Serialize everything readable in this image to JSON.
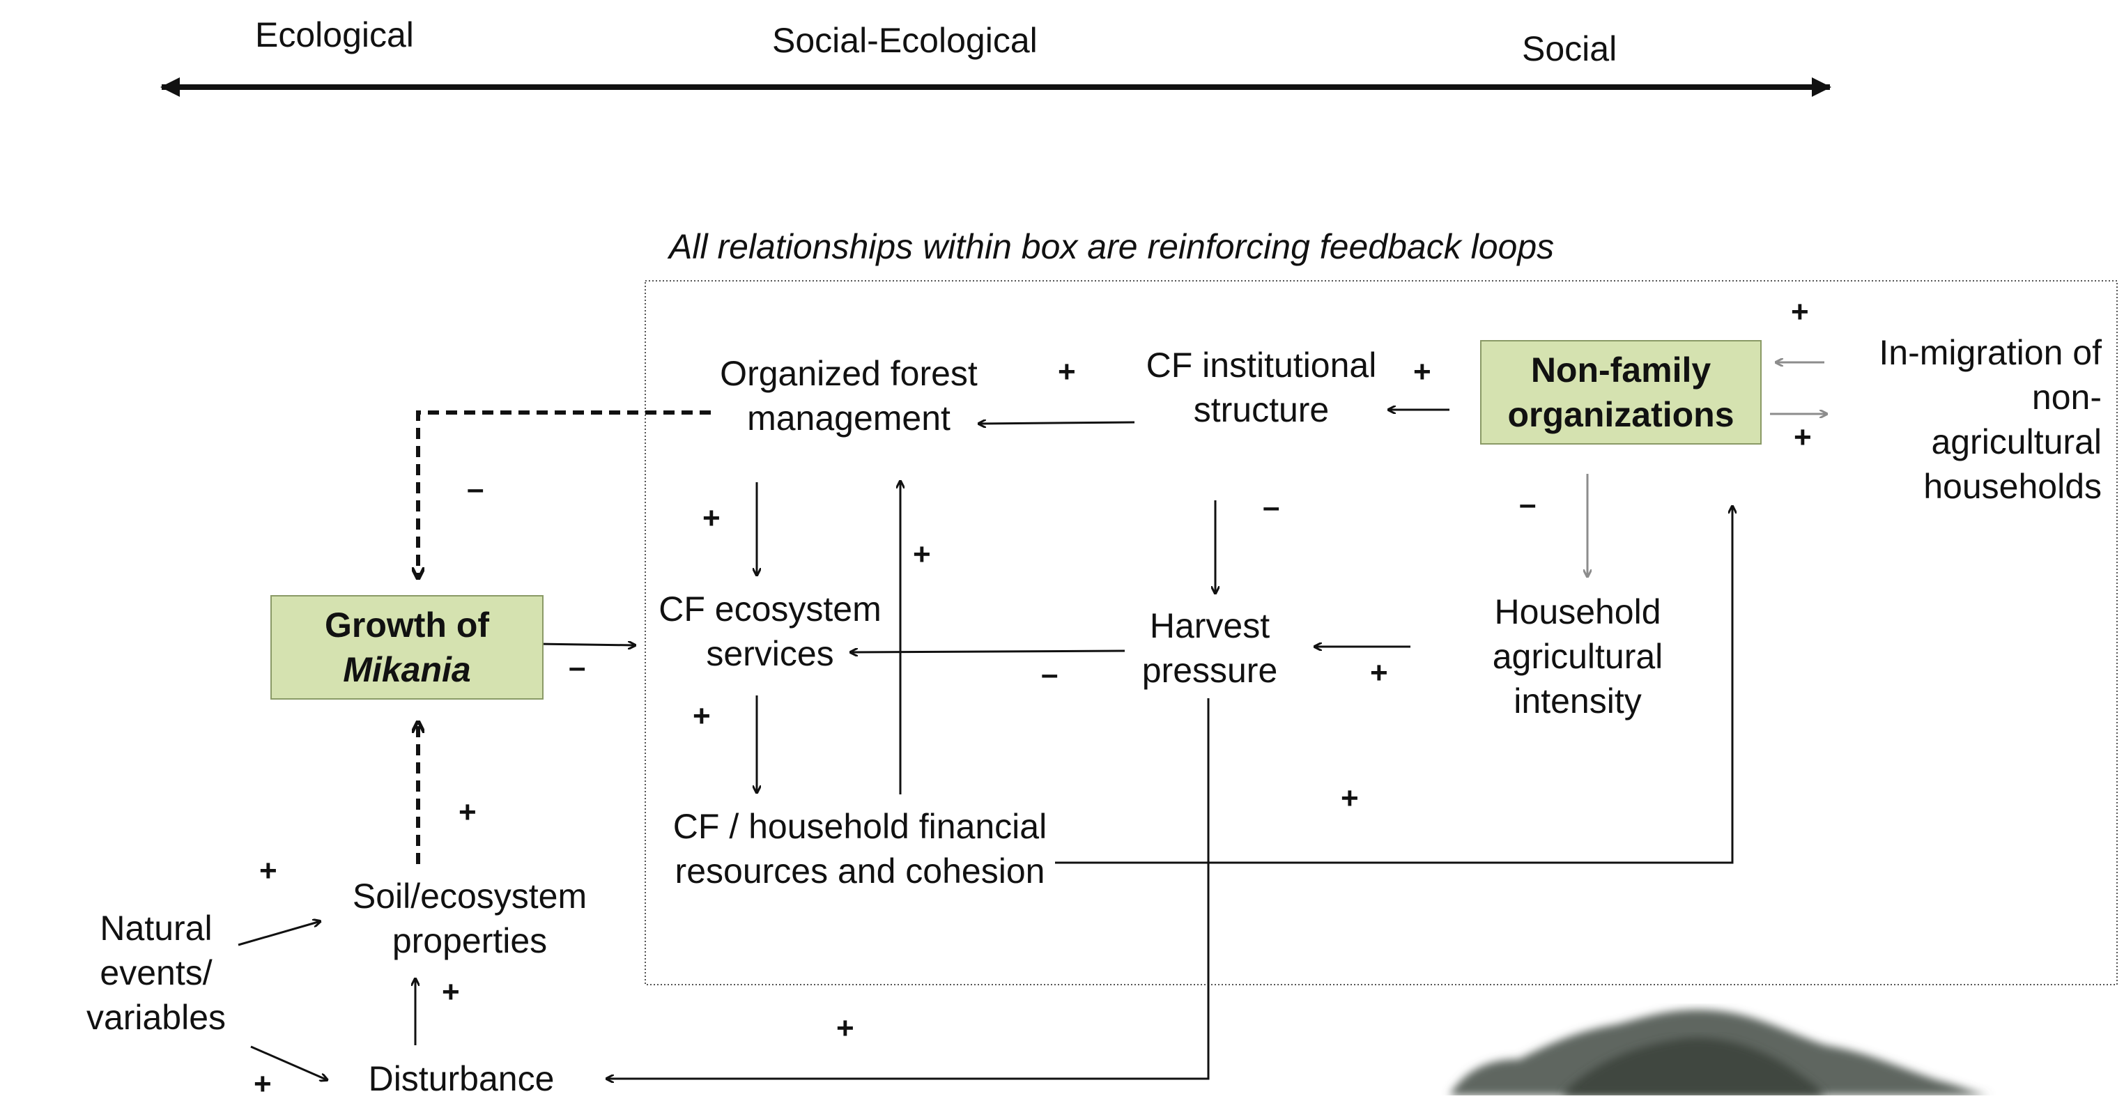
{
  "axis": {
    "left_label": "Ecological",
    "center_label": "Social-Ecological",
    "right_label": "Social"
  },
  "box_caption": "All relationships within box are reinforcing feedback loops",
  "nodes": {
    "organized_forest_management": [
      "Organized  forest",
      "management"
    ],
    "cf_institutional_structure": [
      "CF institutional",
      "structure"
    ],
    "non_family_organizations": [
      "Non-family",
      "organizations"
    ],
    "in_migration": [
      "In-migration of",
      "non-",
      "agricultural",
      "households"
    ],
    "growth_of_mikania": [
      "Growth of",
      "Mikania"
    ],
    "cf_ecosystem_services": [
      "CF ecosystem",
      "services"
    ],
    "harvest_pressure": [
      "Harvest",
      "pressure"
    ],
    "household_agricultural_intensity": [
      "Household",
      "agricultural",
      "intensity"
    ],
    "cf_household_financial": [
      "CF / household financial",
      "resources and cohesion"
    ],
    "soil_ecosystem_properties": [
      "Soil/ecosystem",
      "properties"
    ],
    "natural_events": [
      "Natural",
      "events/",
      "variables"
    ],
    "disturbance": [
      "Disturbance"
    ]
  },
  "signs": {
    "plus": "+",
    "minus": "–"
  },
  "colors": {
    "node_fill": "#d5e2b0",
    "node_border": "#8a9a66",
    "arrow": "#111111",
    "gray_arrow": "#8c8c8c"
  }
}
